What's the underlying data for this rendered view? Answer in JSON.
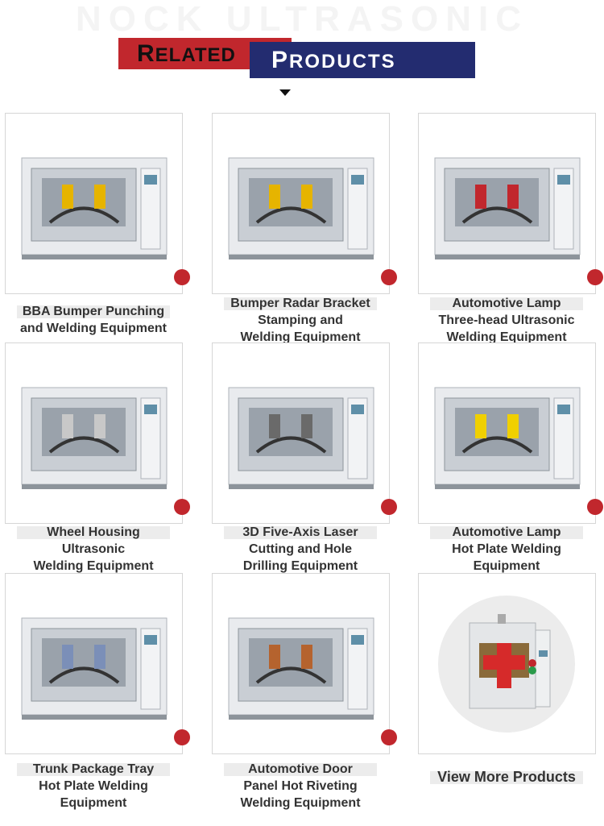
{
  "header": {
    "watermark": "NOCK ULTRASONIC",
    "title_part1_initial": "R",
    "title_part1_rest": "ELATED",
    "title_part2_initial": "P",
    "title_part2_rest": "RODUCTS",
    "colors": {
      "red": "#c1272d",
      "blue": "#232c70"
    }
  },
  "products": [
    {
      "lines": [
        "BBA Bumper Punching",
        "and Welding Equipment"
      ]
    },
    {
      "lines": [
        "Bumper Radar Bracket",
        "Stamping and",
        "Welding Equipment"
      ]
    },
    {
      "lines": [
        "Automotive Lamp",
        "Three-head Ultrasonic",
        "Welding Equipment"
      ]
    },
    {
      "lines": [
        "Wheel Housing",
        "Ultrasonic",
        "Welding Equipment"
      ]
    },
    {
      "lines": [
        "3D Five-Axis Laser",
        "Cutting and Hole",
        "Drilling Equipment"
      ]
    },
    {
      "lines": [
        "Automotive Lamp",
        "Hot Plate Welding",
        "Equipment"
      ]
    },
    {
      "lines": [
        "Trunk Package Tray",
        "Hot Plate Welding",
        "Equipment"
      ]
    },
    {
      "lines": [
        "Automotive Door",
        "Panel Hot Riveting",
        "Welding Equipment"
      ]
    }
  ],
  "view_more": {
    "label": "View More Products"
  }
}
